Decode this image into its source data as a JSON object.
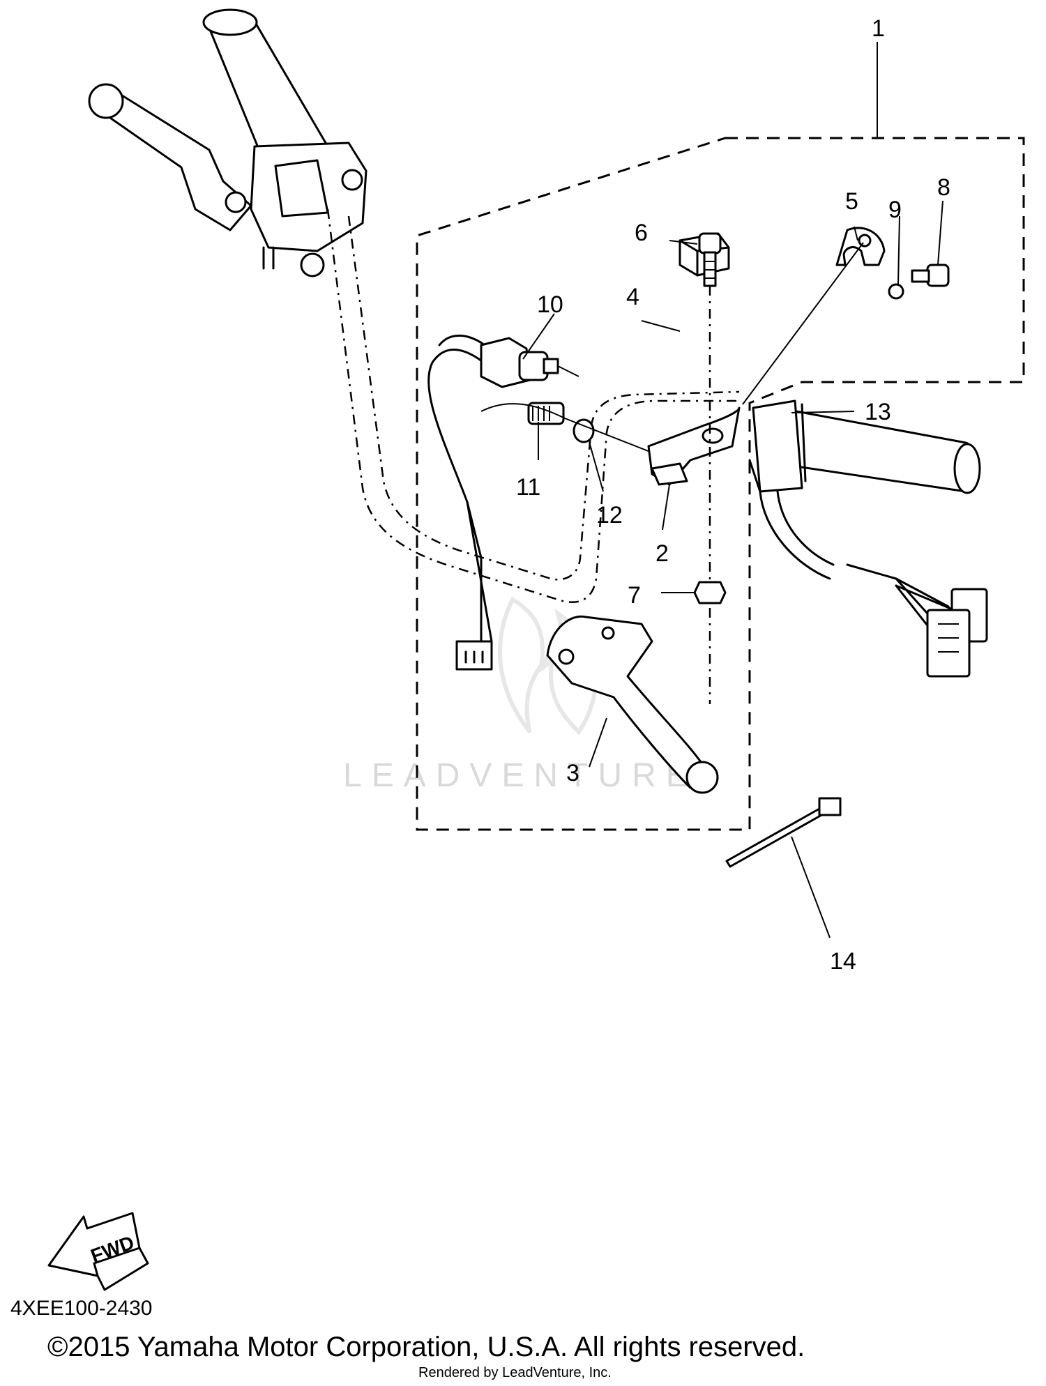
{
  "diagram_code": "4XEE100-2430",
  "copyright": "©2015 Yamaha Motor Corporation, U.S.A. All rights reserved.",
  "rendered_by": "Rendered by LeadVenture, Inc.",
  "watermark": "LEADVENTURE",
  "direction_arrow": "FWD",
  "callouts": {
    "c1": "1",
    "c2": "2",
    "c3": "3",
    "c4": "4",
    "c5": "5",
    "c6": "6",
    "c7": "7",
    "c8": "8",
    "c9": "9",
    "c10": "10",
    "c11": "11",
    "c12": "12",
    "c13": "13",
    "c14": "14"
  }
}
